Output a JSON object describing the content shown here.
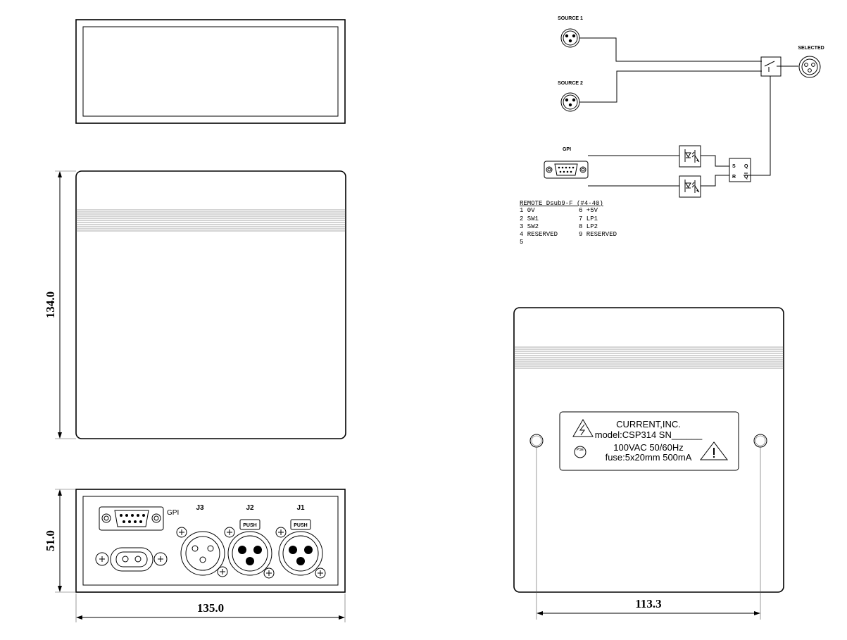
{
  "dimensions": {
    "height_main": "134.0",
    "height_rear": "51.0",
    "width": "135.0",
    "hole_spacing": "113.3"
  },
  "rear_panel": {
    "gpi": "GPI",
    "j3": "J3",
    "j2": "J2",
    "j1": "J1",
    "push": "PUSH"
  },
  "schematic": {
    "source1": "SOURCE 1",
    "source2": "SOURCE 2",
    "selected": "SELECTED",
    "gpi": "GPI",
    "ff_s": "S",
    "ff_r": "R",
    "ff_q": "Q",
    "ff_qbar": "Q"
  },
  "pinout": {
    "title": "REMOTE Dsub9-F (#4-40)",
    "rows": [
      [
        "1 0V",
        "6 +5V"
      ],
      [
        "2 SW1",
        "7 LP1"
      ],
      [
        "3 SW2",
        "8 LP2"
      ],
      [
        "4 RESERVED",
        "9 RESERVED"
      ],
      [
        "5",
        ""
      ]
    ]
  },
  "device_label": {
    "company": "CURRENT,INC.",
    "model": "model:CSP314 SN______",
    "pse": "PSE",
    "power": "100VAC 50/60Hz",
    "fuse": "fuse:5x20mm 500mA"
  }
}
